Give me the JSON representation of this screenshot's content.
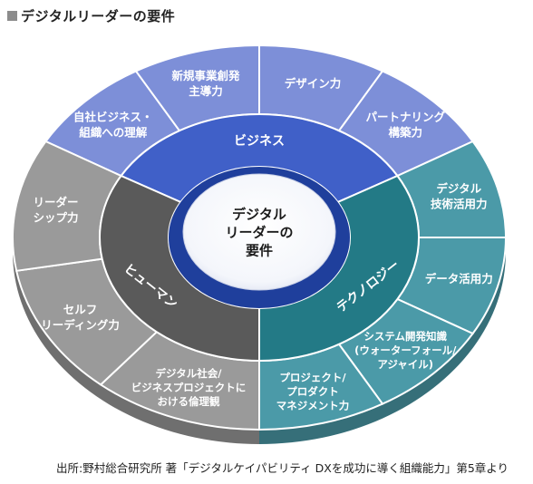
{
  "title": "デジタルリーダーの要件",
  "center": {
    "lines": [
      "デジタル",
      "リーダーの",
      "要件"
    ]
  },
  "categories": {
    "business": "ビジネス",
    "technology": "テクノロジー",
    "human": "ヒューマン"
  },
  "items": {
    "business": [
      {
        "lines": [
          "自社ビジネス・",
          "組織への理解"
        ]
      },
      {
        "lines": [
          "新規事業創発",
          "主導力"
        ]
      },
      {
        "lines": [
          "デザイン力"
        ]
      },
      {
        "lines": [
          "パートナリング",
          "構築力"
        ]
      }
    ],
    "technology": [
      {
        "lines": [
          "デジタル",
          "技術活用力"
        ]
      },
      {
        "lines": [
          "データ活用力"
        ]
      },
      {
        "lines": [
          "システム開発知識",
          "(ウォーターフォール/",
          "アジャイル)"
        ]
      },
      {
        "lines": [
          "プロジェクト/",
          "プロダクト",
          "マネジメント力"
        ]
      }
    ],
    "human": [
      {
        "lines": [
          "デジタル社会/",
          "ビジネスプロジェクトに",
          "おける倫理観"
        ]
      },
      {
        "lines": [
          "セルフ",
          "リーディング力"
        ]
      },
      {
        "lines": [
          "リーダー",
          "シップ力"
        ]
      }
    ]
  },
  "colors": {
    "business_outer": "#7d8fd8",
    "business_mid": "#4060c8",
    "technology_outer": "#4b9aa8",
    "technology_mid": "#237a86",
    "human_outer": "#9a9a9a",
    "human_mid": "#5a5a5a",
    "center_fill": "#ffffff",
    "center_ring": "#1f3f9c"
  },
  "source": "出所:野村総合研究所 著「デジタルケイパビリティ DXを成功に導く組織能力」第5章より"
}
